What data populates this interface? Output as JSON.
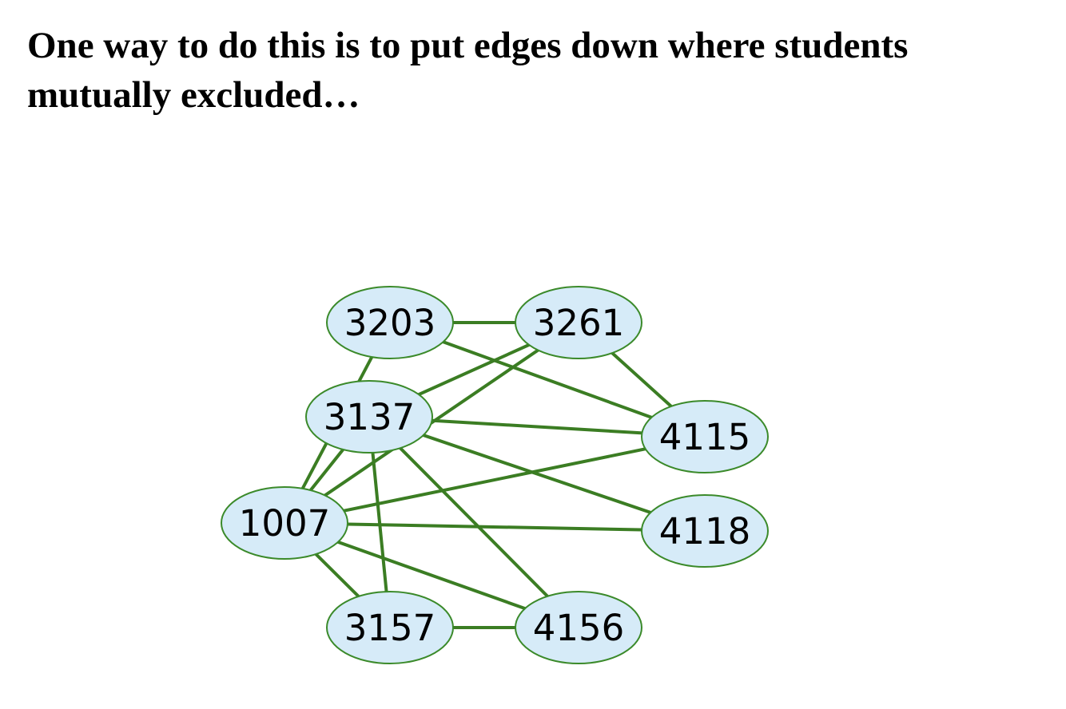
{
  "slide": {
    "title_line1": "One way to do this is to put edges down where students",
    "title_line2": "mutually excluded…"
  },
  "graph": {
    "node_fill": "#d6ebf8",
    "node_stroke": "#3b8a2a",
    "edge_color": "#3b7d23",
    "nodes": [
      {
        "id": "3203",
        "label": "3203"
      },
      {
        "id": "3261",
        "label": "3261"
      },
      {
        "id": "3137",
        "label": "3137"
      },
      {
        "id": "4115",
        "label": "4115"
      },
      {
        "id": "1007",
        "label": "1007"
      },
      {
        "id": "4118",
        "label": "4118"
      },
      {
        "id": "3157",
        "label": "3157"
      },
      {
        "id": "4156",
        "label": "4156"
      }
    ],
    "edges": [
      [
        "3203",
        "3261"
      ],
      [
        "3203",
        "4115"
      ],
      [
        "3203",
        "1007"
      ],
      [
        "3261",
        "4115"
      ],
      [
        "3261",
        "3137"
      ],
      [
        "3261",
        "1007"
      ],
      [
        "3137",
        "4115"
      ],
      [
        "3137",
        "4118"
      ],
      [
        "3137",
        "4156"
      ],
      [
        "3137",
        "3157"
      ],
      [
        "3137",
        "1007"
      ],
      [
        "1007",
        "4115"
      ],
      [
        "1007",
        "4118"
      ],
      [
        "1007",
        "4156"
      ],
      [
        "1007",
        "3157"
      ],
      [
        "3157",
        "4156"
      ]
    ]
  }
}
